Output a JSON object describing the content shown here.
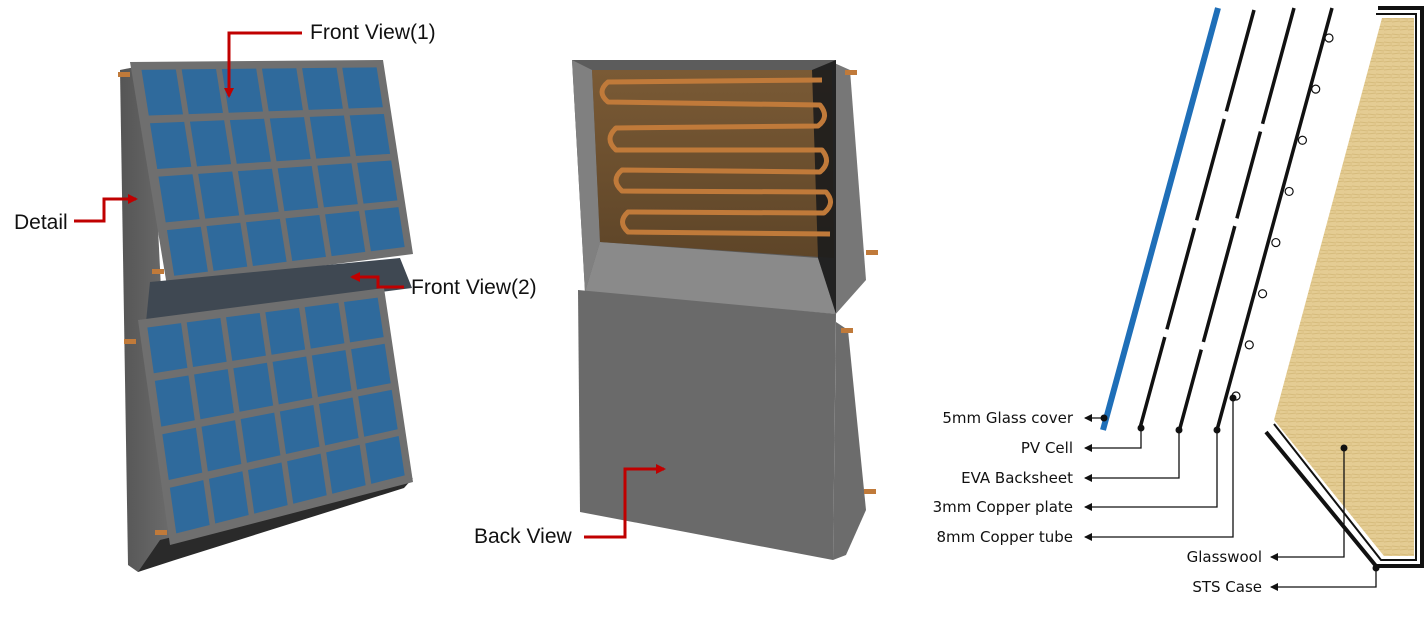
{
  "left_labels": {
    "front_view_1": "Front View(1)",
    "front_view_2": "Front View(2)",
    "detail": "Detail",
    "back_view": "Back View"
  },
  "section_labels": [
    "5mm Glass cover",
    "PV Cell",
    "EVA Backsheet",
    "3mm Copper plate",
    "8mm Copper tube",
    "Glasswool",
    "STS Case"
  ],
  "colors": {
    "pv_cell": "#2f6a9c",
    "frame": "#6f6f6f",
    "body": "#666666",
    "copper": "#c07a3a",
    "arrow_red": "#c00000",
    "glass": "#1f6fb8",
    "glasswool": "#e6cf97"
  }
}
